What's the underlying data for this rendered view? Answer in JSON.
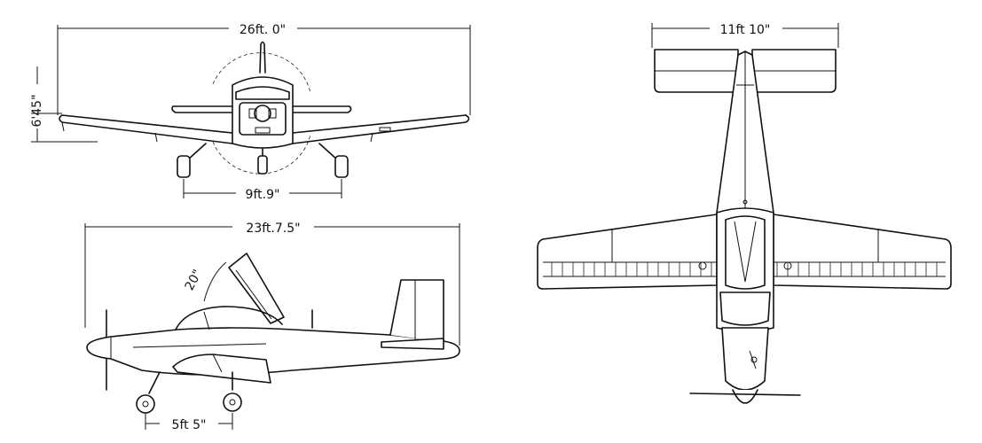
{
  "dimensions": {
    "front_span": "26ft. 0\"",
    "front_height": "6'45\"",
    "front_track": "9ft.9\"",
    "side_length": "23ft.7.5\"",
    "side_canopy_angle": "20\"",
    "side_wheelbase": "5ft 5\"",
    "top_tail_span": "11ft 10\""
  }
}
